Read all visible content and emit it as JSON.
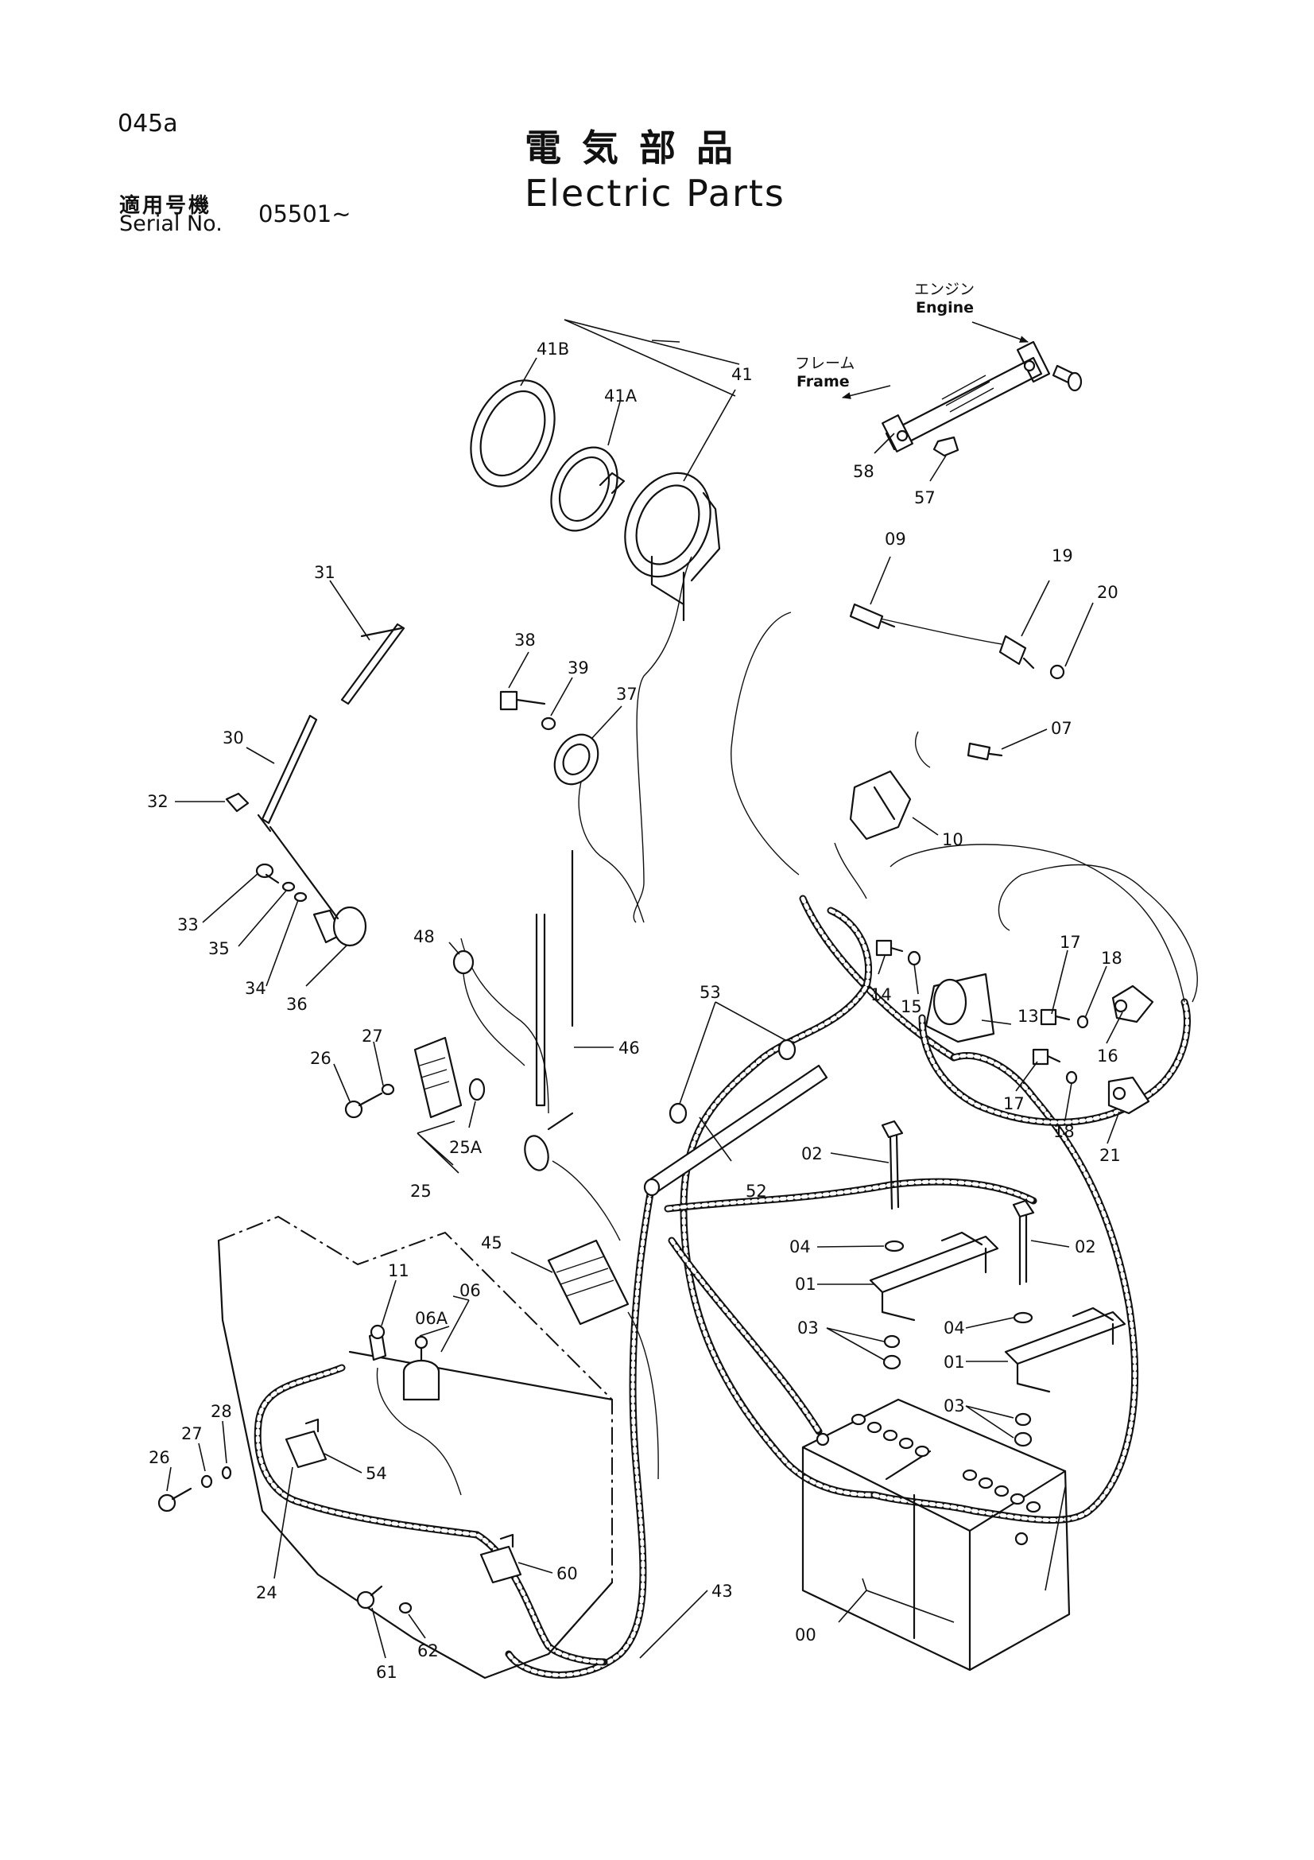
{
  "header": {
    "page_code": "045a",
    "title_jp": "電気部品",
    "title_en": "Electric Parts",
    "serial_label_jp": "適用号機",
    "serial_label_en": "Serial No.",
    "serial_value": "05501~"
  },
  "notes": {
    "engine_jp": "エンジン",
    "engine_en": "Engine",
    "frame_jp": "フレーム",
    "frame_en": "Frame"
  },
  "callouts": {
    "c41B": "41B",
    "c41A": "41A",
    "c41": "41",
    "c58": "58",
    "c57": "57",
    "c31": "31",
    "c30": "30",
    "c32": "32",
    "c33": "33",
    "c35": "35",
    "c34": "34",
    "c36": "36",
    "c38": "38",
    "c39": "39",
    "c37": "37",
    "c09": "09",
    "c19": "19",
    "c20": "20",
    "c07": "07",
    "c10": "10",
    "c48": "48",
    "c46": "46",
    "c27a": "27",
    "c26a": "26",
    "c25A": "25A",
    "c25": "25",
    "c53": "53",
    "c52": "52",
    "c14": "14",
    "c15": "15",
    "c13": "13",
    "c17a": "17",
    "c18a": "18",
    "c16": "16",
    "c17b": "17",
    "c18b": "18",
    "c21": "21",
    "c02a": "02",
    "c02b": "02",
    "c04a": "04",
    "c01a": "01",
    "c03a": "03",
    "c04b": "04",
    "c01b": "01",
    "c03b": "03",
    "c45": "45",
    "c11": "11",
    "c06": "06",
    "c06A": "06A",
    "c28": "28",
    "c27b": "27",
    "c26b": "26",
    "c54": "54",
    "c24": "24",
    "c60": "60",
    "c43": "43",
    "c62": "62",
    "c61": "61",
    "c00": "00"
  }
}
